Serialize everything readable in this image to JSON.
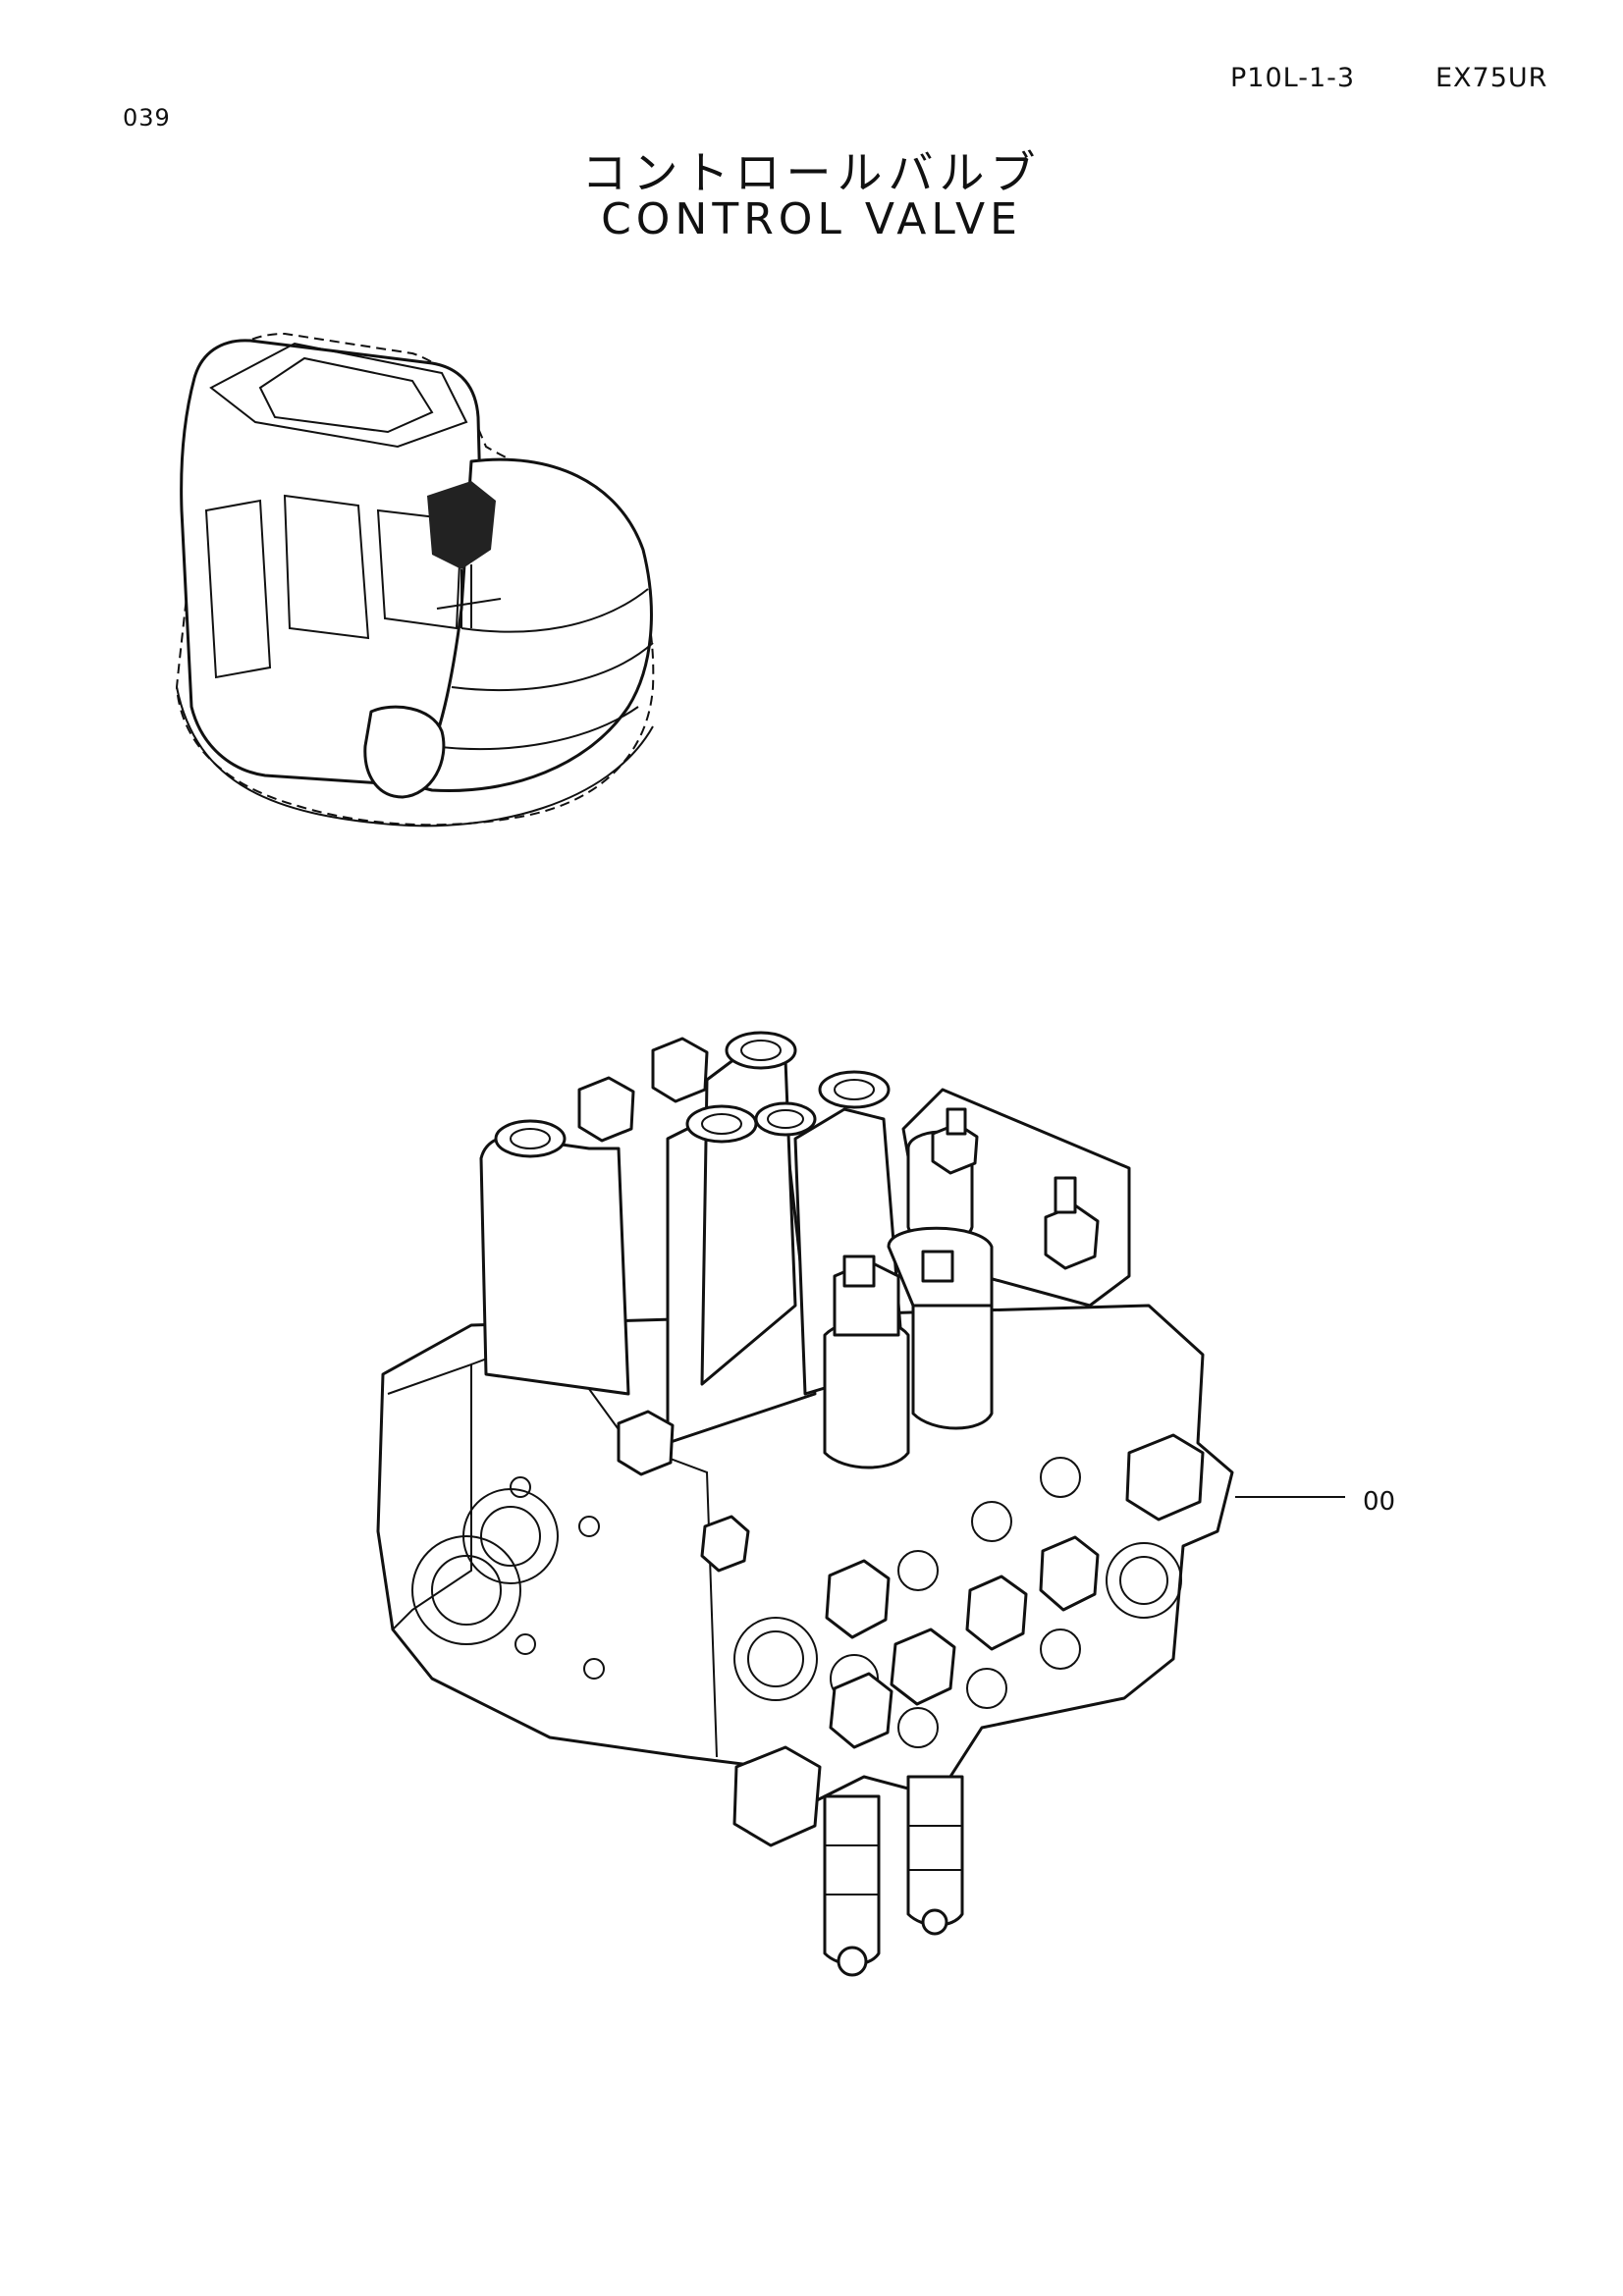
{
  "header": {
    "page_number": "039",
    "section_code": "P10L-1-3",
    "model": "EX75UR"
  },
  "title": {
    "japanese": "コントロールバルブ",
    "english": "CONTROL VALVE"
  },
  "callout": {
    "label": "00"
  },
  "icons": {
    "excavator": "excavator-locator-icon",
    "valve": "control-valve-drawing"
  }
}
